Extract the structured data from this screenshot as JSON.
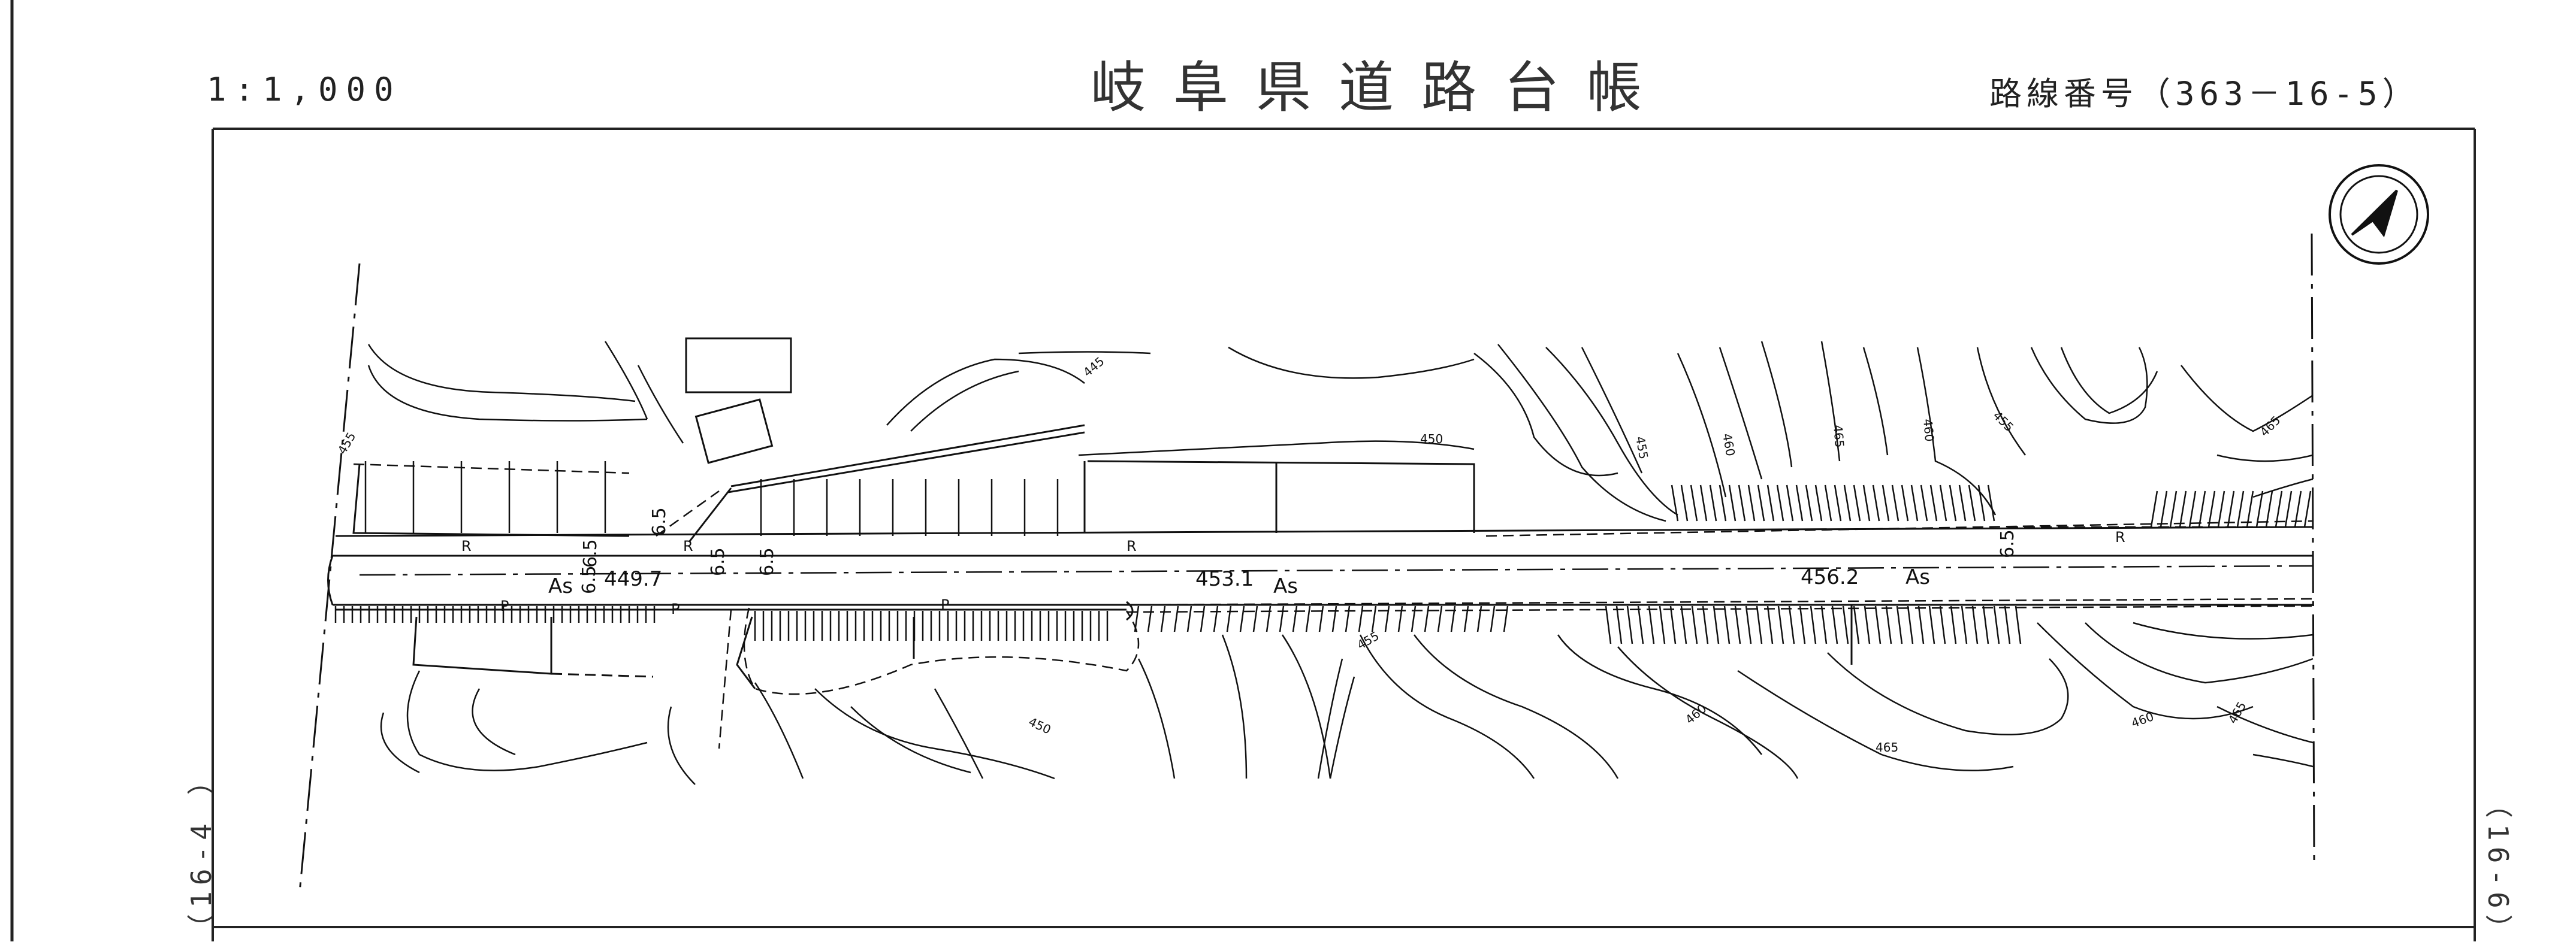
{
  "header": {
    "scale": "1:1,000",
    "title": "岐阜県道路台帳",
    "route_number": "路線番号（363－16-5）"
  },
  "adjacent_sheets": {
    "left": "（16-4 ）",
    "right": "（16-6）"
  },
  "road": {
    "surface_code": "As",
    "elevations": [
      "449.7",
      "453.1",
      "456.2"
    ],
    "widths": [
      "6.5",
      "6.5",
      "6.5",
      "6.5",
      "6.5",
      "6.5"
    ]
  },
  "contour_labels": [
    "445",
    "450",
    "455",
    "460",
    "465",
    "455",
    "460",
    "465",
    "450",
    "460",
    "465",
    "460",
    "465",
    "455",
    "455"
  ],
  "feature_labels": {
    "retaining": "R",
    "pole": "P"
  },
  "colors": {
    "line": "#111111",
    "frame": "#222222",
    "background": "#ffffff"
  },
  "icons": {
    "north_arrow": "north-arrow-icon"
  }
}
